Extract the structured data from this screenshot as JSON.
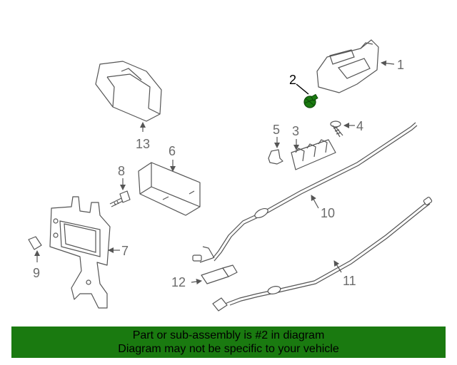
{
  "diagram": {
    "callouts": {
      "c1": "1",
      "c2": "2",
      "c3": "3",
      "c4": "4",
      "c5": "5",
      "c6": "6",
      "c7": "7",
      "c8": "8",
      "c9": "9",
      "c10": "10",
      "c11": "11",
      "c12": "12",
      "c13": "13"
    },
    "highlight_color": "#1a7a10"
  },
  "banner": {
    "line1": "Part or sub-assembly is #2 in diagram",
    "line2": "Diagram may not be specific to your vehicle",
    "background_color": "#1a7a10"
  }
}
